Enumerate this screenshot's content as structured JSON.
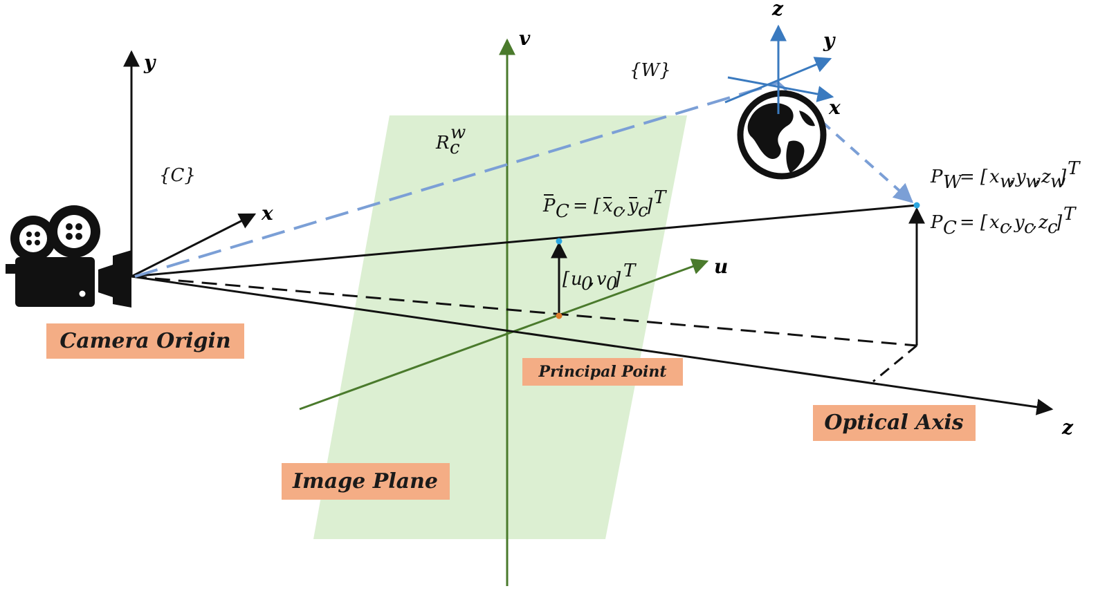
{
  "colors": {
    "image_plane_fill": "#dcefd2",
    "image_plane_axes": "#4a7a2c",
    "world_axes": "#3a7abf",
    "projection_dash": "#7b9fd6",
    "badge_fill": "#f4ad85",
    "ink": "#111111",
    "principal_point": "#e07b2a",
    "projected_point": "#2aa6e0"
  },
  "icons": [
    "movie-camera-icon",
    "globe-icon"
  ],
  "camera_frame": {
    "label": "{C}",
    "axis_x": "x",
    "axis_y": "y",
    "axis_z": "z"
  },
  "world_frame": {
    "label": "{W}",
    "axis_x": "x",
    "axis_y": "y",
    "axis_z": "z"
  },
  "image_plane": {
    "axis_u": "u",
    "axis_v": "v"
  },
  "rotation_label": "R_c^w",
  "equations": {
    "world_point": "P_W = [x_w, y_w, z_w]^T",
    "camera_point": "P_C = [x_c, y_c, z_c]^T",
    "normalized_point": "P̄_C = [x̄_c, ȳ_c]^T",
    "principal_offset": "[u_0, v_0]^T"
  },
  "badges": {
    "camera_origin": "Camera Origin",
    "principal_point": "Principal Point",
    "optical_axis": "Optical Axis",
    "image_plane": "Image Plane"
  }
}
